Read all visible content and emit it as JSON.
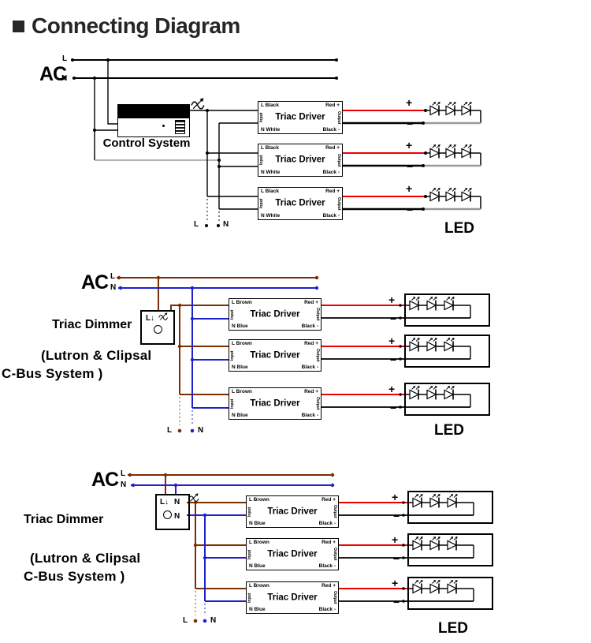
{
  "title": "Connecting Diagram",
  "colors": {
    "wire_black": "#000000",
    "wire_brown": "#7b2e00",
    "wire_blue": "#2121cc",
    "wire_red": "#ee0000",
    "dotted_brown": "#d08a3a",
    "dotted_blue": "#7a7ae0",
    "return_gray": "#999999"
  },
  "shared": {
    "ac_label": "AC",
    "line_l": "L",
    "line_n": "N",
    "plus": "+",
    "minus": "−",
    "terminal_l": "L",
    "terminal_n": "N",
    "led_label": "LED",
    "driver_title": "Triac Driver",
    "side_input": "Input",
    "side_output": "Output",
    "out_pos": "Red +",
    "out_neg": "Black -"
  },
  "diagram1": {
    "control_label": "Control System",
    "driver_in_l": "L Black",
    "driver_in_n": "N White"
  },
  "diagram2": {
    "dimmer_label": "Triac Dimmer",
    "dimmer_l": "L↓",
    "note_line1": "(Lutron & Clipsal",
    "note_line2": "C-Bus System )",
    "driver_in_l": "L Brown",
    "driver_in_n": "N Blue"
  },
  "diagram3": {
    "dimmer_label": "Triac Dimmer",
    "dimmer_l": "L↓",
    "dimmer_n_in": "N",
    "dimmer_n_out": "N",
    "note_line1": "(Lutron & Clipsal",
    "note_line2": "C-Bus System )",
    "driver_in_l": "L Brown",
    "driver_in_n": "N Blue"
  }
}
